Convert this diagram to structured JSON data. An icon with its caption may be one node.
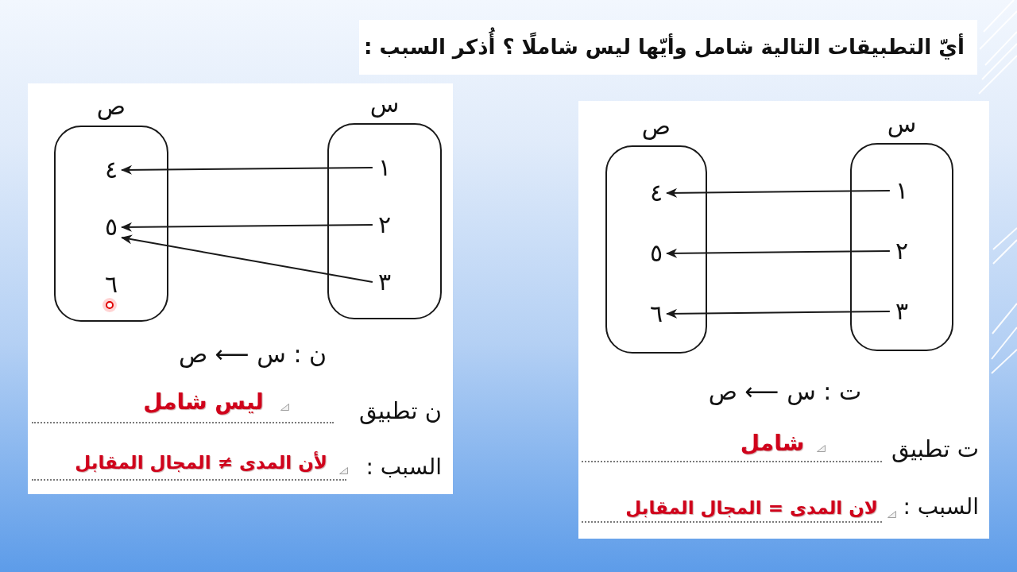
{
  "diagram": {
    "title": "أيّ التطبيقات التالية شامل وأيّها ليس شاملًا ؟ أُذكر السبب :",
    "nodes": [
      {
        "text": [
          "س"
        ]
      },
      {
        "text": [
          "١"
        ],
        "in": 0
      },
      {
        "text": [
          "٢"
        ],
        "in": 0
      },
      {
        "text": [
          "٣"
        ],
        "in": 0
      },
      {
        "text": [
          "ص"
        ]
      },
      {
        "text": [
          "٤"
        ],
        "in": 4
      },
      {
        "text": [
          "٥"
        ],
        "in": 4
      },
      {
        "text": [
          "٦"
        ],
        "in": 4
      },
      {
        "text": [
          "س"
        ]
      },
      {
        "text": [
          "١"
        ],
        "in": 8
      },
      {
        "text": [
          "٢"
        ],
        "in": 8
      },
      {
        "text": [
          "٣"
        ],
        "in": 8
      },
      {
        "text": [
          "ص"
        ]
      },
      {
        "text": [
          "٤"
        ],
        "in": 12
      },
      {
        "text": [
          "٥"
        ],
        "in": 12
      },
      {
        "text": [
          "٦"
        ],
        "in": 12
      }
    ],
    "edges": [
      {
        "from": 1,
        "to": 5,
        "arrow": "to"
      },
      {
        "from": 2,
        "to": 6,
        "arrow": "to"
      },
      {
        "from": 3,
        "to": 7,
        "arrow": "to"
      },
      {
        "from": 9,
        "to": 13,
        "arrow": "to"
      },
      {
        "from": 10,
        "to": 14,
        "arrow": "to"
      },
      {
        "from": 11,
        "to": 14,
        "arrow": "to"
      }
    ],
    "labels": [
      "ت : س ⟵ ص",
      "ت تطبيق",
      "شامل",
      "السبب :",
      "لان المدى = المجال المقابل",
      "ن : س ⟵ ص",
      "ن تطبيق",
      "ليس شامل",
      "السبب :",
      "لأن المدى ≠ المجال المقابل"
    ]
  }
}
